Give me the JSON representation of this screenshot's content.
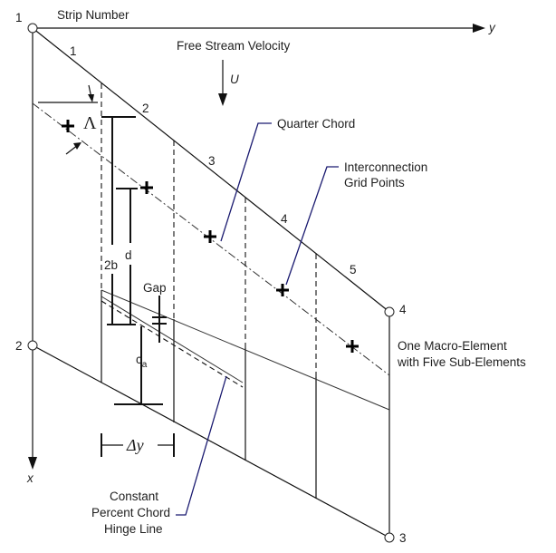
{
  "labels": {
    "strip_number": "Strip Number",
    "y_axis": "y",
    "x_axis": "x",
    "free_stream_velocity": "Free Stream Velocity",
    "velocity_symbol": "U",
    "quarter_chord": "Quarter Chord",
    "interconnection_line1": "Interconnection",
    "interconnection_line2": "Grid Points",
    "macro_line1": "One Macro-Element",
    "macro_line2": "with Five Sub-Elements",
    "hinge_line1": "Constant",
    "hinge_line2": "Percent Chord",
    "hinge_line3": "Hinge Line",
    "sweep_symbol": "Λ",
    "semichord_symbol": "2b",
    "d_symbol": "d",
    "gap": "Gap",
    "control_chord": "c",
    "control_chord_sub": "a",
    "strip_width": "Δy"
  },
  "strip_numbers": [
    "1",
    "2",
    "3",
    "4",
    "5"
  ],
  "grid_points": [
    "1",
    "2",
    "3",
    "4"
  ],
  "colors": {
    "leader_lines": "#1a1a70",
    "ink": "#111111"
  }
}
